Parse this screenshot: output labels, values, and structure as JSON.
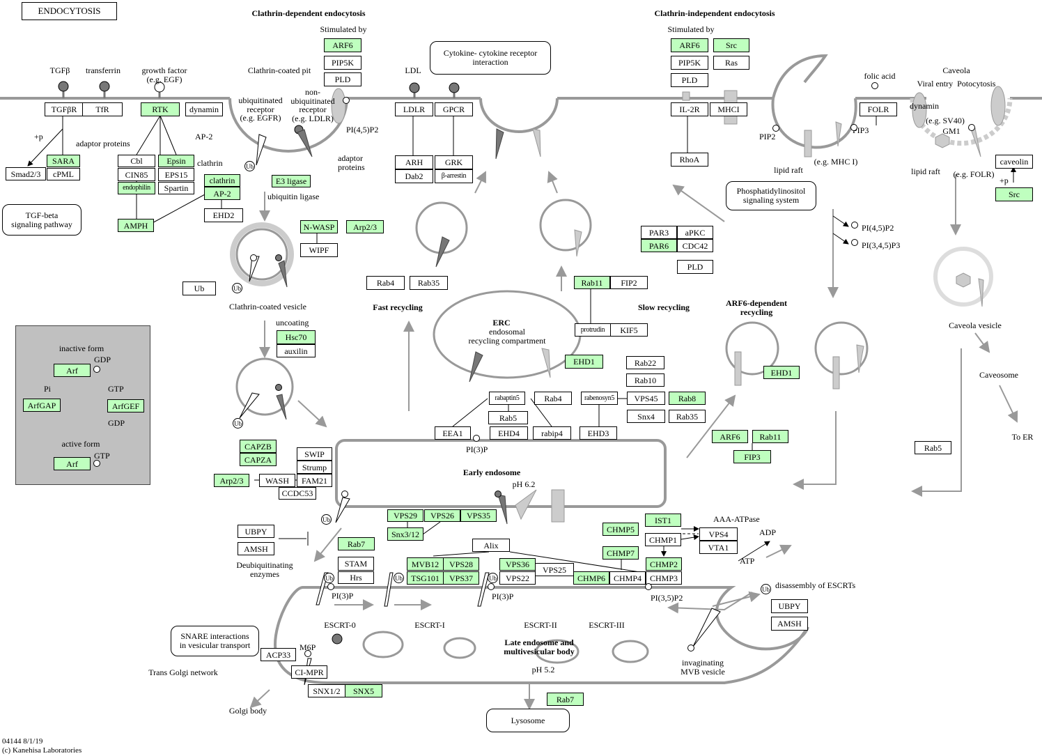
{
  "title": "ENDOCYTOSIS",
  "headers": [
    {
      "id": "clathrin-dependent-header",
      "text": "Clathrin-dependent endocytosis"
    },
    {
      "id": "clathrin-independent-header",
      "text": "Clathrin-independent endocytosis"
    },
    {
      "id": "fast-recycling-header",
      "text": "Fast recycling"
    },
    {
      "id": "slow-recycling-header",
      "text": "Slow recycling"
    },
    {
      "id": "arf6-recycling-header",
      "text": "ARF6-dependent\nrecycling"
    },
    {
      "id": "erc-header",
      "text": "ERC"
    },
    {
      "id": "early-endosome-header",
      "text": "Early endosome"
    },
    {
      "id": "late-endosome-header",
      "text": "Late endosome and\nmultivesicular body"
    }
  ],
  "labels": [
    {
      "id": "stimulated-by-1",
      "text": "Stimulated by"
    },
    {
      "id": "stimulated-by-2",
      "text": "Stimulated by"
    },
    {
      "id": "tgfb",
      "text": "TGFβ"
    },
    {
      "id": "transferrin",
      "text": "transferrin"
    },
    {
      "id": "growth-factor",
      "text": "growth factor\n(e.g. EGF)"
    },
    {
      "id": "clathrin-coated-pit",
      "text": "Clathrin-coated pit"
    },
    {
      "id": "ub-receptor",
      "text": "ubiquitinated\nreceptor\n(e.g. EGFR)"
    },
    {
      "id": "non-ub-receptor",
      "text": "non-\nubiquitinated\nreceptor\n(e.g. LDLR)"
    },
    {
      "id": "pi45p2-1",
      "text": "PI(4,5)P2"
    },
    {
      "id": "ldl",
      "text": "LDL"
    },
    {
      "id": "ap2-label",
      "text": "AP-2"
    },
    {
      "id": "clathrin-label",
      "text": "clathrin"
    },
    {
      "id": "adaptor-proteins-1",
      "text": "adaptor proteins"
    },
    {
      "id": "adaptor-proteins-2",
      "text": "adaptor\nproteins"
    },
    {
      "id": "plus-p-1",
      "text": "+p"
    },
    {
      "id": "ubiquitin-ligase",
      "text": "ubiquitin ligase"
    },
    {
      "id": "clathrin-coated-vesicle",
      "text": "Clathrin-coated vesicle"
    },
    {
      "id": "uncoating",
      "text": "uncoating"
    },
    {
      "id": "endosomal-recycling",
      "text": "endosomal\nrecycling compartment"
    },
    {
      "id": "pi3p-1",
      "text": "PI(3)P"
    },
    {
      "id": "ph62",
      "text": "pH 6.2"
    },
    {
      "id": "folic-acid",
      "text": "folic acid"
    },
    {
      "id": "caveola",
      "text": "Caveola"
    },
    {
      "id": "viral-entry",
      "text": "Viral entry  Potocytosis"
    },
    {
      "id": "dynamin-label",
      "text": "dynamin"
    },
    {
      "id": "sv40",
      "text": "(e.g. SV40)"
    },
    {
      "id": "gm1",
      "text": "GM1"
    },
    {
      "id": "pip2",
      "text": "PIP2"
    },
    {
      "id": "pip3",
      "text": "PIP3"
    },
    {
      "id": "lipid-raft-1",
      "text": "lipid raft"
    },
    {
      "id": "mhci-eg",
      "text": "(e.g. MHC I)"
    },
    {
      "id": "lipid-raft-2",
      "text": "lipid raft"
    },
    {
      "id": "folr-eg",
      "text": "(e.g. FOLR)"
    },
    {
      "id": "plus-p-2",
      "text": "+p"
    },
    {
      "id": "pi45p2-2",
      "text": "PI(4,5)P2"
    },
    {
      "id": "pi345p3",
      "text": "PI(3,4,5)P3"
    },
    {
      "id": "caveola-vesicle",
      "text": "Caveola vesicle"
    },
    {
      "id": "caveosome",
      "text": "Caveosome"
    },
    {
      "id": "to-er",
      "text": "To ER"
    },
    {
      "id": "inactive-form",
      "text": "inactive form"
    },
    {
      "id": "gdp-1",
      "text": "GDP"
    },
    {
      "id": "gtp-1",
      "text": "GTP"
    },
    {
      "id": "gdp-2",
      "text": "GDP"
    },
    {
      "id": "pi-legend",
      "text": "Pi"
    },
    {
      "id": "active-form",
      "text": "active form"
    },
    {
      "id": "gtp-2",
      "text": "GTP"
    },
    {
      "id": "deubiquitinating",
      "text": "Deubiquitinating\nenzymes"
    },
    {
      "id": "aaa-atpase",
      "text": "AAA-ATPase"
    },
    {
      "id": "adp",
      "text": "ADP"
    },
    {
      "id": "atp",
      "text": "ATP"
    },
    {
      "id": "disassembly",
      "text": "disassembly of ESCRTs"
    },
    {
      "id": "pi3p-2",
      "text": "PI(3)P"
    },
    {
      "id": "pi3p-3",
      "text": "PI(3)P"
    },
    {
      "id": "pi35p2",
      "text": "PI(3,5)P2"
    },
    {
      "id": "escrt0",
      "text": "ESCRT-0"
    },
    {
      "id": "escrt1",
      "text": "ESCRT-I"
    },
    {
      "id": "escrt2",
      "text": "ESCRT-II"
    },
    {
      "id": "escrt3",
      "text": "ESCRT-III"
    },
    {
      "id": "ph52",
      "text": "pH 5.2"
    },
    {
      "id": "invaginating",
      "text": "invaginating\nMVB vesicle"
    },
    {
      "id": "m6p",
      "text": "M6P"
    },
    {
      "id": "trans-golgi",
      "text": "Trans Golgi network"
    },
    {
      "id": "golgi-body",
      "text": "Golgi body"
    }
  ],
  "nodes": [
    {
      "id": "arf6-a",
      "text": "ARF6",
      "green": true
    },
    {
      "id": "pip5k-a",
      "text": "PIP5K",
      "green": false
    },
    {
      "id": "pld-a",
      "text": "PLD",
      "green": false
    },
    {
      "id": "arf6-b",
      "text": "ARF6",
      "green": true
    },
    {
      "id": "src-a",
      "text": "Src",
      "green": true
    },
    {
      "id": "pip5k-b",
      "text": "PIP5K",
      "green": false
    },
    {
      "id": "ras",
      "text": "Ras",
      "green": false
    },
    {
      "id": "pld-b",
      "text": "PLD",
      "green": false
    },
    {
      "id": "tgfbr",
      "text": "TGFβR",
      "green": false
    },
    {
      "id": "tfr",
      "text": "TfR",
      "green": false
    },
    {
      "id": "rtk",
      "text": "RTK",
      "green": true
    },
    {
      "id": "dynamin",
      "text": "dynamin",
      "green": false
    },
    {
      "id": "ldlr",
      "text": "LDLR",
      "green": false
    },
    {
      "id": "gpcr",
      "text": "GPCR",
      "green": false
    },
    {
      "id": "il2r",
      "text": "IL-2R",
      "green": false
    },
    {
      "id": "mhci",
      "text": "MHCI",
      "green": false
    },
    {
      "id": "folr",
      "text": "FOLR",
      "green": false
    },
    {
      "id": "sara",
      "text": "SARA",
      "green": true
    },
    {
      "id": "cpml",
      "text": "cPML",
      "green": false
    },
    {
      "id": "smad23",
      "text": "Smad2/3",
      "green": false
    },
    {
      "id": "cbl",
      "text": "Cbl",
      "green": false
    },
    {
      "id": "cin85",
      "text": "CIN85",
      "green": false
    },
    {
      "id": "endophilin",
      "text": "endophilin",
      "green": true
    },
    {
      "id": "epsin",
      "text": "Epsin",
      "green": true
    },
    {
      "id": "eps15",
      "text": "EPS15",
      "green": false
    },
    {
      "id": "spartin",
      "text": "Spartin",
      "green": false
    },
    {
      "id": "amph",
      "text": "AMPH",
      "green": true
    },
    {
      "id": "clathrin",
      "text": "clathrin",
      "green": true
    },
    {
      "id": "ap2",
      "text": "AP-2",
      "green": true
    },
    {
      "id": "ehd2",
      "text": "EHD2",
      "green": false
    },
    {
      "id": "e3-ligase",
      "text": "E3 ligase",
      "green": true
    },
    {
      "id": "arh",
      "text": "ARH",
      "green": false
    },
    {
      "id": "dab2",
      "text": "Dab2",
      "green": false
    },
    {
      "id": "grk",
      "text": "GRK",
      "green": false
    },
    {
      "id": "b-arrestin",
      "text": "β-arrestin",
      "green": false
    },
    {
      "id": "rhoa",
      "text": "RhoA",
      "green": false
    },
    {
      "id": "caveolin",
      "text": "caveolin",
      "green": false
    },
    {
      "id": "src-b",
      "text": "Src",
      "green": true
    },
    {
      "id": "n-wasp",
      "text": "N-WASP",
      "green": true
    },
    {
      "id": "arp23-a",
      "text": "Arp2/3",
      "green": true
    },
    {
      "id": "wipf",
      "text": "WIPF",
      "green": false
    },
    {
      "id": "ub",
      "text": "Ub",
      "green": false
    },
    {
      "id": "rab4-a",
      "text": "Rab4",
      "green": false
    },
    {
      "id": "rab35-a",
      "text": "Rab35",
      "green": false
    },
    {
      "id": "rab11-a",
      "text": "Rab11",
      "green": true
    },
    {
      "id": "fip2",
      "text": "FIP2",
      "green": false
    },
    {
      "id": "protrudin",
      "text": "protrudin",
      "green": false
    },
    {
      "id": "kif5",
      "text": "KIF5",
      "green": false
    },
    {
      "id": "par3",
      "text": "PAR3",
      "green": false
    },
    {
      "id": "apkc",
      "text": "aPKC",
      "green": false
    },
    {
      "id": "par6",
      "text": "PAR6",
      "green": true
    },
    {
      "id": "cdc42",
      "text": "CDC42",
      "green": false
    },
    {
      "id": "pld-c",
      "text": "PLD",
      "green": false
    },
    {
      "id": "hsc70",
      "text": "Hsc70",
      "green": true
    },
    {
      "id": "auxilin",
      "text": "auxilin",
      "green": false
    },
    {
      "id": "ehd1-a",
      "text": "EHD1",
      "green": true
    },
    {
      "id": "rab22",
      "text": "Rab22",
      "green": false
    },
    {
      "id": "rab10",
      "text": "Rab10",
      "green": false
    },
    {
      "id": "ehd1-b",
      "text": "EHD1",
      "green": true
    },
    {
      "id": "rabaptin5",
      "text": "rabaptin5",
      "green": false
    },
    {
      "id": "rab4-b",
      "text": "Rab4",
      "green": false
    },
    {
      "id": "rabenosyn5",
      "text": "rabenosyn5",
      "green": false
    },
    {
      "id": "vps45",
      "text": "VPS45",
      "green": false
    },
    {
      "id": "rab8",
      "text": "Rab8",
      "green": true
    },
    {
      "id": "rab5-a",
      "text": "Rab5",
      "green": false
    },
    {
      "id": "snx4",
      "text": "Snx4",
      "green": false
    },
    {
      "id": "rab35-b",
      "text": "Rab35",
      "green": false
    },
    {
      "id": "eea1",
      "text": "EEA1",
      "green": false
    },
    {
      "id": "ehd4",
      "text": "EHD4",
      "green": false
    },
    {
      "id": "rabip4",
      "text": "rabip4",
      "green": false
    },
    {
      "id": "ehd3",
      "text": "EHD3",
      "green": false
    },
    {
      "id": "arf6-c",
      "text": "ARF6",
      "green": true
    },
    {
      "id": "rab11-b",
      "text": "Rab11",
      "green": true
    },
    {
      "id": "fip3",
      "text": "FIP3",
      "green": true
    },
    {
      "id": "rab5-b",
      "text": "Rab5",
      "green": false
    },
    {
      "id": "arf-inactive",
      "text": "Arf",
      "green": true
    },
    {
      "id": "arfgap",
      "text": "ArfGAP",
      "green": true
    },
    {
      "id": "arfgef",
      "text": "ArfGEF",
      "green": true
    },
    {
      "id": "arf-active",
      "text": "Arf",
      "green": true
    },
    {
      "id": "capzb",
      "text": "CAPZB",
      "green": true
    },
    {
      "id": "capza",
      "text": "CAPZA",
      "green": true
    },
    {
      "id": "swip",
      "text": "SWIP",
      "green": false
    },
    {
      "id": "strump",
      "text": "Strump",
      "green": false
    },
    {
      "id": "arp23-b",
      "text": "Arp2/3",
      "green": true
    },
    {
      "id": "wash",
      "text": "WASH",
      "green": false
    },
    {
      "id": "fam21",
      "text": "FAM21",
      "green": false
    },
    {
      "id": "ccdc53",
      "text": "CCDC53",
      "green": false
    },
    {
      "id": "vps29",
      "text": "VPS29",
      "green": true
    },
    {
      "id": "vps26",
      "text": "VPS26",
      "green": true
    },
    {
      "id": "vps35",
      "text": "VPS35",
      "green": true
    },
    {
      "id": "snx312",
      "text": "Snx3/12",
      "green": true
    },
    {
      "id": "ubpy-a",
      "text": "UBPY",
      "green": false
    },
    {
      "id": "amsh-a",
      "text": "AMSH",
      "green": false
    },
    {
      "id": "rab7-a",
      "text": "Rab7",
      "green": true
    },
    {
      "id": "stam",
      "text": "STAM",
      "green": false
    },
    {
      "id": "hrs",
      "text": "Hrs",
      "green": false
    },
    {
      "id": "alix",
      "text": "Alix",
      "green": false
    },
    {
      "id": "mvb12",
      "text": "MVB12",
      "green": true
    },
    {
      "id": "vps28",
      "text": "VPS28",
      "green": true
    },
    {
      "id": "tsg101",
      "text": "TSG101",
      "green": true
    },
    {
      "id": "vps37",
      "text": "VPS37",
      "green": true
    },
    {
      "id": "vps36",
      "text": "VPS36",
      "green": true
    },
    {
      "id": "vps22",
      "text": "VPS22",
      "green": false
    },
    {
      "id": "vps25",
      "text": "VPS25",
      "green": false
    },
    {
      "id": "chmp6",
      "text": "CHMP6",
      "green": true
    },
    {
      "id": "chmp4",
      "text": "CHMP4",
      "green": false
    },
    {
      "id": "chmp5",
      "text": "CHMP5",
      "green": true
    },
    {
      "id": "ist1",
      "text": "IST1",
      "green": true
    },
    {
      "id": "chmp1",
      "text": "CHMP1",
      "green": false
    },
    {
      "id": "vps4",
      "text": "VPS4",
      "green": false
    },
    {
      "id": "vta1",
      "text": "VTA1",
      "green": false
    },
    {
      "id": "chmp7",
      "text": "CHMP7",
      "green": true
    },
    {
      "id": "chmp2",
      "text": "CHMP2",
      "green": true
    },
    {
      "id": "chmp3",
      "text": "CHMP3",
      "green": false
    },
    {
      "id": "ubpy-b",
      "text": "UBPY",
      "green": false
    },
    {
      "id": "amsh-b",
      "text": "AMSH",
      "green": false
    },
    {
      "id": "acp33",
      "text": "ACP33",
      "green": false
    },
    {
      "id": "ci-mpr",
      "text": "CI-MPR",
      "green": false
    },
    {
      "id": "snx12",
      "text": "SNX1/2",
      "green": false
    },
    {
      "id": "snx5",
      "text": "SNX5",
      "green": true
    },
    {
      "id": "rab7-b",
      "text": "Rab7",
      "green": true
    }
  ],
  "pathway_links": [
    {
      "id": "cytokine-box",
      "text": "Cytokine- cytokine receptor\ninteraction"
    },
    {
      "id": "tgf-beta-box",
      "text": "TGF-beta\nsignaling pathway"
    },
    {
      "id": "phosphatidylinositol-box",
      "text": "Phosphatidylinositol\nsignaling system"
    },
    {
      "id": "snare-box",
      "text": "SNARE interactions\nin vesicular transport"
    },
    {
      "id": "lysosome-box",
      "text": "Lysosome"
    }
  ],
  "ub_tag": "Ub",
  "footer": {
    "map_id": "04144 8/1/19",
    "copyright": "(c) Kanehisa Laboratories"
  },
  "colors": {
    "gene_fill": "#bfffbf",
    "membrane": "#999999",
    "legend_bg": "#c0c0c0"
  }
}
